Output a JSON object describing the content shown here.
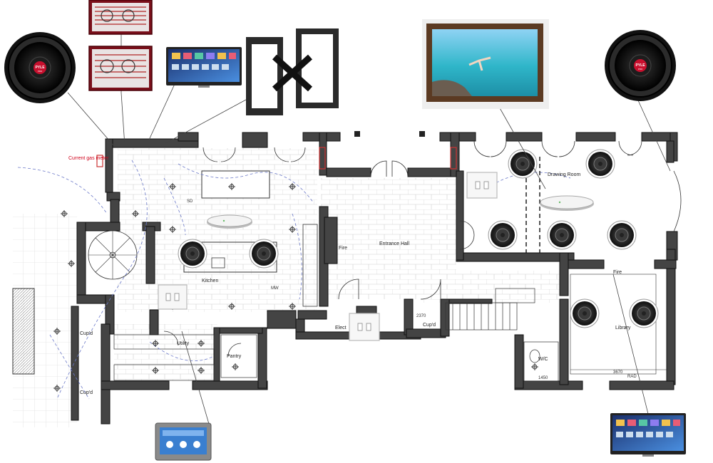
{
  "plan": {
    "rooms": {
      "kitchen": "Kitchen",
      "entrance_hall": "Entrance Hall",
      "drawing_room": "Drawing Room",
      "library": "Library",
      "utility": "Utility",
      "pantry": "Pantry",
      "cupd_a": "Cup'd",
      "cupd_b": "Cup'd",
      "cupd_c": "Cup'd",
      "wc": "W/C",
      "fire_hall": "Fire",
      "fire_library": "Fire",
      "elect": "Elect"
    },
    "annotations": {
      "gas_meter": "Current gas meter",
      "mw": "MW",
      "sd": "SD",
      "rad": "RAD",
      "dim_library": "3670",
      "dim_wc": "1450",
      "dim_stair": "2370"
    }
  },
  "devices": {
    "subwoofer_brand": "PYLE",
    "subwoofer_sub": "PRO"
  }
}
